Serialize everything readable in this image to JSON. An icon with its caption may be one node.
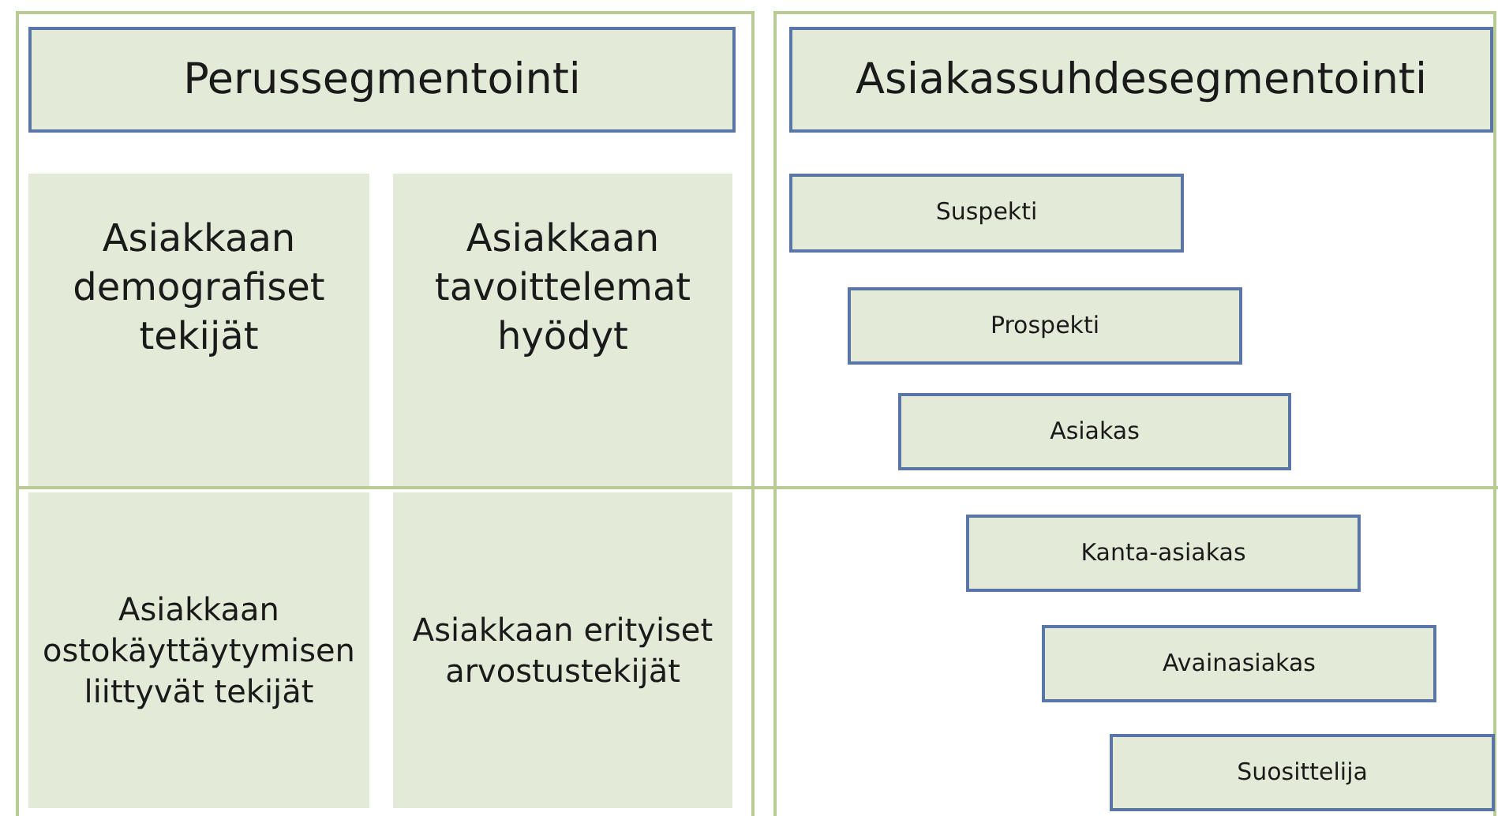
{
  "diagram": {
    "nodes": [
      {
        "text": [
          "Perussegmentointi"
        ]
      },
      {
        "text": [
          "Asiakkaan demografiset tekijät"
        ]
      },
      {
        "text": [
          "Asiakkaan tavoittelemat hyödyt"
        ]
      },
      {
        "text": [
          "Asiakkaan ostokäyttäytymisen liittyvät tekijät"
        ]
      },
      {
        "text": [
          "Asiakkaan erityiset arvostustekijät"
        ]
      },
      {
        "text": [
          "Asiakassuhdesegmentointi"
        ]
      },
      {
        "text": [
          "Suspekti"
        ]
      },
      {
        "text": [
          "Prospekti"
        ]
      },
      {
        "text": [
          "Asiakas"
        ]
      },
      {
        "text": [
          "Kanta-asiakas"
        ]
      },
      {
        "text": [
          "Avainasiakas"
        ]
      },
      {
        "text": [
          "Suosittelija"
        ]
      }
    ]
  }
}
